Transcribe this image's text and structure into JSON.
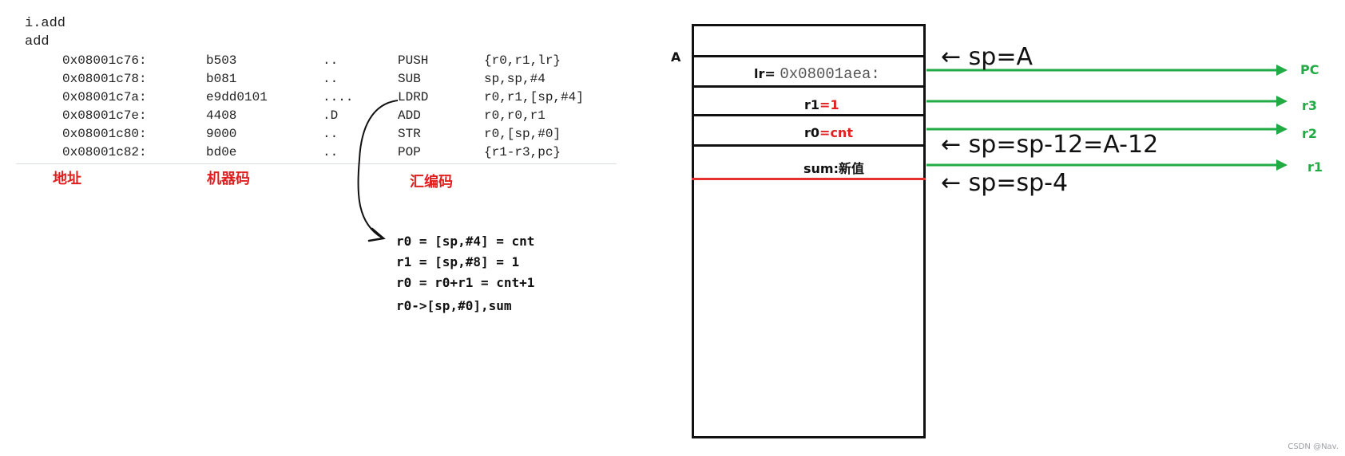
{
  "listing": {
    "header1": "i.add",
    "header2": "add",
    "rows": [
      {
        "addr": "0x08001c76:",
        "machine": "b503",
        "ascii": "..",
        "mnemonic": "PUSH",
        "operands": "{r0,r1,lr}"
      },
      {
        "addr": "0x08001c78:",
        "machine": "b081",
        "ascii": "..",
        "mnemonic": "SUB",
        "operands": "sp,sp,#4"
      },
      {
        "addr": "0x08001c7a:",
        "machine": "e9dd0101",
        "ascii": "....",
        "mnemonic": "LDRD",
        "operands": "r0,r1,[sp,#4]"
      },
      {
        "addr": "0x08001c7e:",
        "machine": "4408",
        "ascii": ".D",
        "mnemonic": "ADD",
        "operands": "r0,r0,r1"
      },
      {
        "addr": "0x08001c80:",
        "machine": "9000",
        "ascii": "..",
        "mnemonic": "STR",
        "operands": "r0,[sp,#0]"
      },
      {
        "addr": "0x08001c82:",
        "machine": "bd0e",
        "ascii": "..",
        "mnemonic": "POP",
        "operands": "{r1-r3,pc}"
      }
    ]
  },
  "labels": {
    "address": "地址",
    "machine_code": "机器码",
    "assembly": "汇编码"
  },
  "explanation": [
    "r0 = [sp,#4] = cnt",
    "r1 = [sp,#8] = 1",
    "r0 = r0+r1 = cnt+1",
    "r0->[sp,#0],sum"
  ],
  "stack": {
    "marker_a": "A",
    "slot_lr_label": "lr=",
    "slot_lr_value": "0x08001aea:",
    "slot_r1_label": "r1",
    "slot_r1_value": "=1",
    "slot_r0_label": "r0",
    "slot_r0_value": "=cnt",
    "slot_sum": "sum:新值"
  },
  "handwritten": {
    "sp1": "← sp=A",
    "sp2": "← sp=sp-12=A-12",
    "sp3": "← sp=sp-4"
  },
  "pop_targets": [
    "PC",
    "r3",
    "r2",
    "r1"
  ],
  "colors": {
    "label_red": "#e02020",
    "arrow_green": "#22aa44",
    "red_line": "#e53030"
  },
  "watermark": "CSDN @Nav."
}
